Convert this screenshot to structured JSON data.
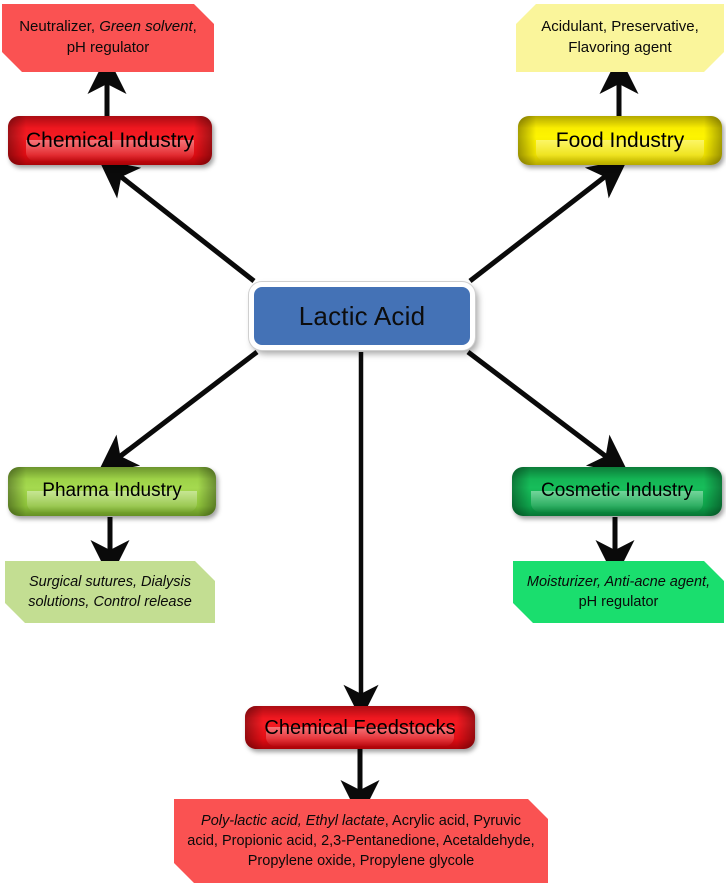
{
  "title": "Lactic Acid applications diagram",
  "center": {
    "label": "Lactic Acid",
    "color": "#4472b6"
  },
  "branches": [
    {
      "id": "chemical",
      "node_label": "Chemical Industry",
      "node_color": "#f31b22",
      "callout_color": "#fa5252",
      "callout_text": "Neutralizer, Green solvent, pH regulator",
      "callout_parts": [
        {
          "text": "Neutralizer, ",
          "italic": false
        },
        {
          "text": "Green solvent",
          "italic": true
        },
        {
          "text": ", pH regulator",
          "italic": false
        }
      ]
    },
    {
      "id": "food",
      "node_label": "Food Industry",
      "node_color": "#fdf400",
      "callout_color": "#faf59b",
      "callout_text": "Acidulant, Preservative, Flavoring agent",
      "callout_parts": [
        {
          "text": "Acidulant, Preservative, Flavoring agent",
          "italic": false
        }
      ]
    },
    {
      "id": "pharma",
      "node_label": "Pharma Industry",
      "node_color": "#a5d94f",
      "callout_color": "#c3de92",
      "callout_text": "Surgical sutures, Dialysis solutions, Control release",
      "callout_parts": [
        {
          "text": "Surgical sutures, Dialysis solutions, Control release",
          "italic": true
        }
      ]
    },
    {
      "id": "cosmetic",
      "node_label": "Cosmetic Industry",
      "node_color": "#17bd5a",
      "callout_color": "#1ade6e",
      "callout_text": "Moisturizer, Anti-acne agent, pH regulator",
      "callout_parts": [
        {
          "text": "Moisturizer, Anti-acne agent,",
          "italic": true
        },
        {
          "text": " pH regulator",
          "italic": false
        }
      ]
    },
    {
      "id": "feedstocks",
      "node_label": "Chemical Feedstocks",
      "node_color": "#f31b22",
      "callout_color": "#fa5252",
      "callout_text": "Poly-lactic acid, Ethyl lactate, Acrylic acid, Pyruvic acid, Propionic acid, 2,3-Pentanedione, Acetaldehyde, Propylene oxide, Propylene glycole",
      "callout_parts": [
        {
          "text": "Poly-lactic acid, Ethyl lactate",
          "italic": true
        },
        {
          "text": ", Acrylic acid, Pyruvic acid, Propionic acid, 2,3-Pentanedione, Acetaldehyde, Propylene oxide, Propylene glycole",
          "italic": false
        }
      ]
    }
  ],
  "chart_data": {
    "type": "diagram",
    "layout": "radial hub-and-spoke, 5 branches from central hub",
    "hub": "Lactic Acid",
    "edges": [
      {
        "from": "Lactic Acid",
        "to": "Chemical Industry",
        "direction": "up-left"
      },
      {
        "from": "Lactic Acid",
        "to": "Food Industry",
        "direction": "up-right"
      },
      {
        "from": "Lactic Acid",
        "to": "Pharma Industry",
        "direction": "down-left"
      },
      {
        "from": "Lactic Acid",
        "to": "Cosmetic Industry",
        "direction": "down-right"
      },
      {
        "from": "Lactic Acid",
        "to": "Chemical Feedstocks",
        "direction": "down"
      },
      {
        "from": "Chemical Industry",
        "to": "Neutralizer, Green solvent, pH regulator",
        "direction": "up"
      },
      {
        "from": "Food Industry",
        "to": "Acidulant, Preservative, Flavoring agent",
        "direction": "up"
      },
      {
        "from": "Pharma Industry",
        "to": "Surgical sutures, Dialysis solutions, Control release",
        "direction": "down"
      },
      {
        "from": "Cosmetic Industry",
        "to": "Moisturizer, Anti-acne agent, pH regulator",
        "direction": "down"
      },
      {
        "from": "Chemical Feedstocks",
        "to": "Poly-lactic acid, Ethyl lactate, Acrylic acid, Pyruvic acid, Propionic acid, 2,3-Pentanedione, Acetaldehyde, Propylene oxide, Propylene glycole",
        "direction": "down"
      }
    ]
  }
}
